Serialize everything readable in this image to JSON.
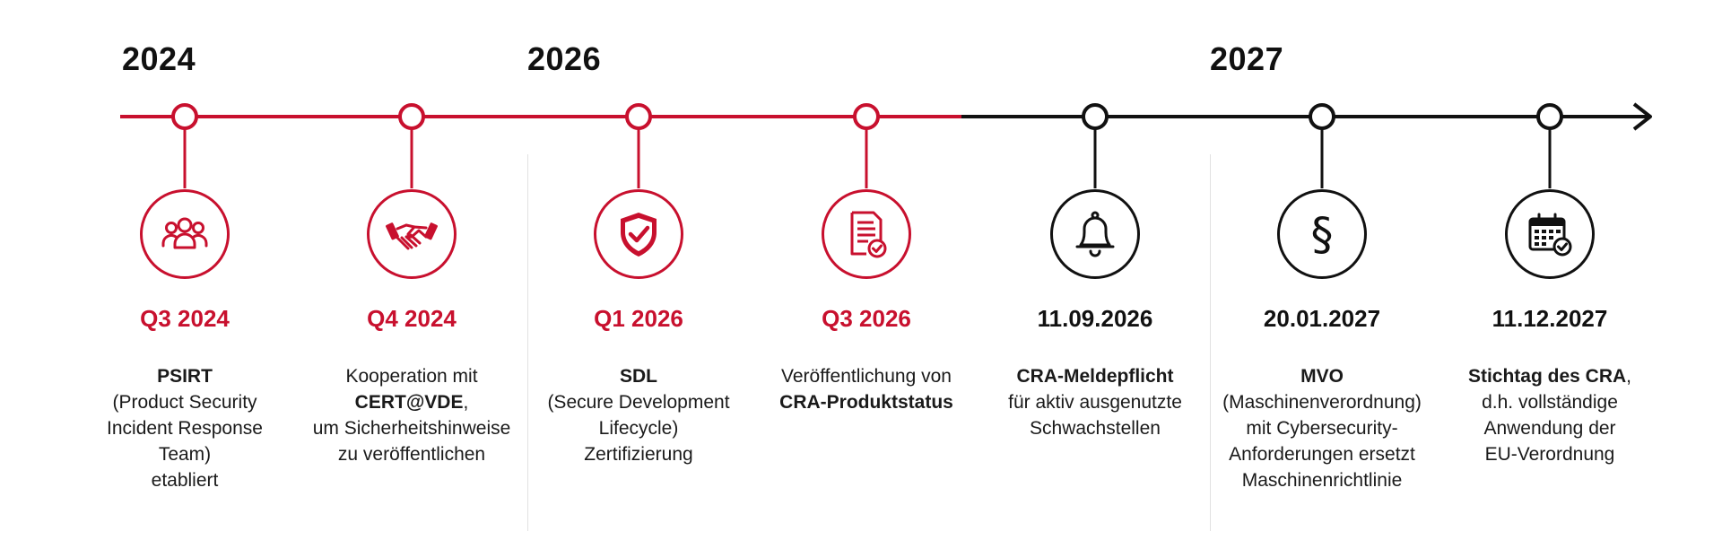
{
  "years": [
    "2024",
    "2026",
    "2027"
  ],
  "colors": {
    "past": "#c8102e",
    "future": "#111111"
  },
  "milestones": [
    {
      "date": "Q3 2024",
      "icon": "team-icon",
      "state": "past",
      "lines": [
        [
          "b",
          "PSIRT"
        ],
        [
          "t",
          "(Product Security"
        ],
        [
          "t",
          "Incident Response"
        ],
        [
          "t",
          "Team)"
        ],
        [
          "t",
          "etabliert"
        ]
      ]
    },
    {
      "date": "Q4 2024",
      "icon": "handshake-icon",
      "state": "past",
      "lines": [
        [
          "t",
          "Kooperation mit"
        ],
        [
          "b",
          "CERT@VDE",
          ","
        ],
        [
          "t",
          "um Sicherheitshinweise"
        ],
        [
          "t",
          "zu veröffentlichen"
        ]
      ]
    },
    {
      "date": "Q1 2026",
      "icon": "shield-check-icon",
      "state": "past",
      "lines": [
        [
          "b",
          "SDL"
        ],
        [
          "t",
          "(Secure Development"
        ],
        [
          "t",
          "Lifecycle)"
        ],
        [
          "t",
          "Zertifizierung"
        ]
      ]
    },
    {
      "date": "Q3 2026",
      "icon": "document-check-icon",
      "state": "past",
      "lines": [
        [
          "t",
          "Veröffentlichung von"
        ],
        [
          "b",
          "CRA-Produktstatus"
        ]
      ]
    },
    {
      "date": "11.09.2026",
      "icon": "bell-icon",
      "state": "future",
      "lines": [
        [
          "b",
          "CRA-Meldepflicht"
        ],
        [
          "t",
          "für aktiv ausgenutzte"
        ],
        [
          "t",
          "Schwachstellen"
        ]
      ]
    },
    {
      "date": "20.01.2027",
      "icon": "paragraph-icon",
      "state": "future",
      "lines": [
        [
          "b",
          "MVO"
        ],
        [
          "t",
          "(Maschinenverordnung)"
        ],
        [
          "t",
          "mit Cybersecurity-"
        ],
        [
          "t",
          "Anforderungen ersetzt"
        ],
        [
          "t",
          "Maschinenrichtlinie"
        ]
      ]
    },
    {
      "date": "11.12.2027",
      "icon": "calendar-check-icon",
      "state": "future",
      "lines": [
        [
          "b",
          "Stichtag des CRA",
          ","
        ],
        [
          "t",
          "d.h. vollständige"
        ],
        [
          "t",
          "Anwendung der"
        ],
        [
          "t",
          "EU-Verordnung"
        ]
      ]
    }
  ]
}
